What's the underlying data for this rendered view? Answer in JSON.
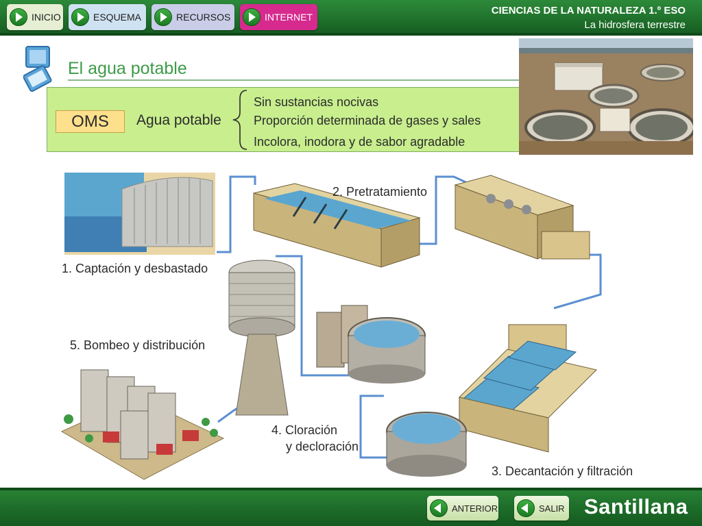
{
  "nav": {
    "buttons": [
      {
        "label": "INICIO",
        "color": "#e6efd3"
      },
      {
        "label": "ESQUEMA",
        "color": "#cfe2f2"
      },
      {
        "label": "RECURSOS",
        "color": "#c9cde8"
      },
      {
        "label": "INTERNET",
        "color": "#d62a8e"
      }
    ]
  },
  "header": {
    "subject": "CIENCIAS DE LA NATURALEZA 1.º ESO",
    "unit": "La hidrosfera terrestre"
  },
  "page": {
    "title": "El agua potable"
  },
  "definition": {
    "org": "OMS",
    "term": "Agua potable",
    "properties": [
      "Sin sustancias nocivas",
      "Proporción determinada de gases y sales",
      "Incolora, inodora y de sabor agradable"
    ]
  },
  "process": {
    "steps": [
      "1. Captación y desbastado",
      "2. Pretratamiento",
      "3. Decantación y filtración",
      "4. Cloración",
      "y decloración",
      "5. Bombeo y distribución"
    ]
  },
  "footer": {
    "prev_label": "ANTERIOR",
    "exit_label": "SALIR",
    "brand": "Santillana"
  },
  "colors": {
    "header_green": "#1e6e2a",
    "title_green": "#3d9b47",
    "definition_bg": "#c8ee8e",
    "oms_bg": "#fde08c",
    "pipe_blue": "#5b8fd0"
  }
}
